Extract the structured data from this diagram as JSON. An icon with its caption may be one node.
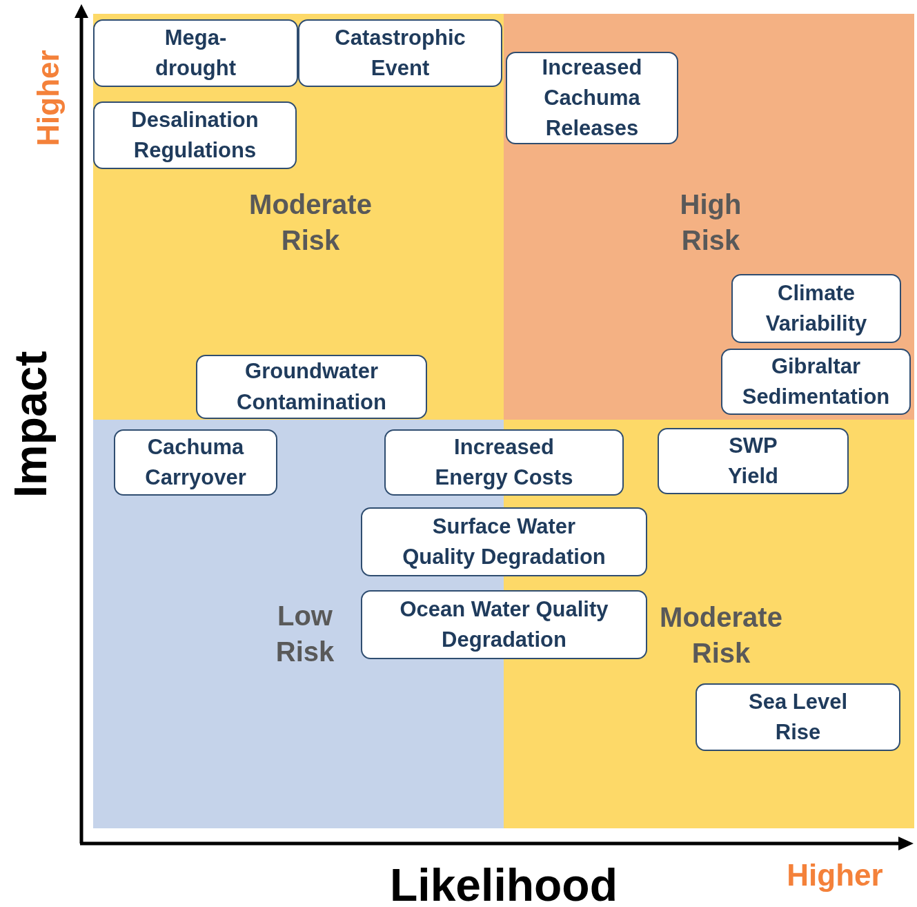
{
  "diagram": {
    "nodes": [
      {
        "text": [
          "Moderate Risk"
        ]
      },
      {
        "text": [
          "High Risk"
        ]
      },
      {
        "text": [
          "Low Risk"
        ]
      },
      {
        "text": [
          "Moderate Risk"
        ]
      },
      {
        "text": [
          "Mega- drought"
        ],
        "in": 0
      },
      {
        "text": [
          "Catastrophic Event"
        ],
        "in": 0
      },
      {
        "text": [
          "Increased Cachuma Releases"
        ],
        "in": 1
      },
      {
        "text": [
          "Desalination Regulations"
        ],
        "in": 0
      },
      {
        "text": [
          "Climate Variability"
        ],
        "in": 1
      },
      {
        "text": [
          "Gibraltar Sedimentation"
        ],
        "in": 1
      },
      {
        "text": [
          "Groundwater Contamination"
        ],
        "in": 0
      },
      {
        "text": [
          "Cachuma Carryover"
        ],
        "in": 2
      },
      {
        "text": [
          "Increased Energy Costs"
        ]
      },
      {
        "text": [
          "SWP Yield"
        ],
        "in": 3
      },
      {
        "text": [
          "Surface Water Quality Degradation"
        ]
      },
      {
        "text": [
          "Ocean Water Quality Degradation"
        ]
      },
      {
        "text": [
          "Sea Level Rise"
        ],
        "in": 3
      }
    ],
    "edges": [],
    "labels": [
      "Higher",
      "Impact",
      "Likelihood",
      "Higher"
    ]
  }
}
